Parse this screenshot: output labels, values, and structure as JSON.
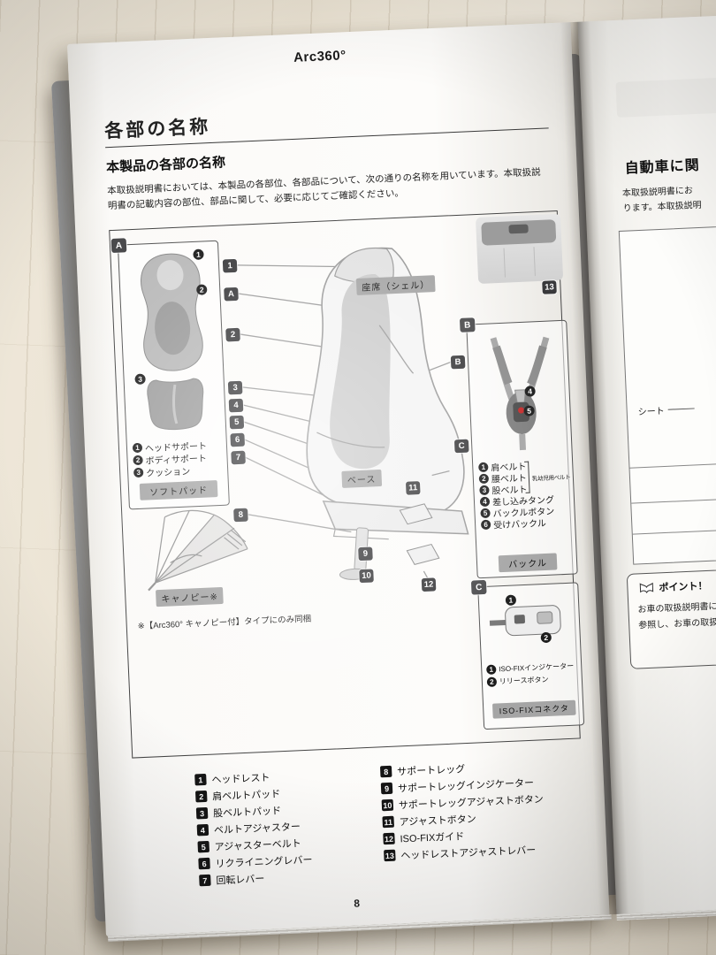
{
  "header": {
    "brand": "Arc360°"
  },
  "page": {
    "section_title": "各部の名称",
    "subsection_title": "本製品の各部の名称",
    "intro_line1": "本取扱説明書においては、本製品の各部位、各部品について、次の通りの名称を用いています。本取扱説",
    "intro_line2": "明書の記載内容の部位、部品に関して、必要に応じてご確認ください。",
    "page_number": "8"
  },
  "diagram": {
    "callouts": [
      "1",
      "A",
      "2",
      "3",
      "4",
      "5",
      "6",
      "7",
      "8",
      "9",
      "10",
      "11",
      "12",
      "B",
      "C",
      "13"
    ],
    "softpad": {
      "marker": "A",
      "items": [
        {
          "num": "1",
          "label": "ヘッドサポート"
        },
        {
          "num": "2",
          "label": "ボディサポート"
        },
        {
          "num": "3",
          "label": "クッション"
        }
      ],
      "art_markers": [
        "1",
        "2",
        "3"
      ],
      "caption": "ソフトパッド"
    },
    "canopy": {
      "caption": "キャノピー※",
      "note": "※【Arc360° キャノピー付】タイプにのみ同梱"
    },
    "seat": {
      "shell_label": "座席（シェル）",
      "base_label": "ベース"
    },
    "buckle": {
      "marker": "B",
      "items": [
        {
          "num": "1",
          "label": "肩ベルト"
        },
        {
          "num": "2",
          "label": "腰ベルト"
        },
        {
          "num": "3",
          "label": "股ベルト"
        },
        {
          "num": "4",
          "label": "差し込みタング"
        },
        {
          "num": "5",
          "label": "バックルボタン"
        },
        {
          "num": "6",
          "label": "受けバックル"
        }
      ],
      "art_markers": [
        "4",
        "5"
      ],
      "bracket_note": "乳幼児用ベルト",
      "caption": "バックル"
    },
    "isofix": {
      "marker": "C",
      "items": [
        {
          "num": "1",
          "label": "ISO-FIXインジケーター"
        },
        {
          "num": "2",
          "label": "リリースボタン"
        }
      ],
      "art_markers": [
        "1",
        "2"
      ],
      "caption": "ISO-FIXコネクタ"
    }
  },
  "parts": {
    "left": [
      {
        "num": "1",
        "label": "ヘッドレスト"
      },
      {
        "num": "2",
        "label": "肩ベルトパッド"
      },
      {
        "num": "3",
        "label": "股ベルトパッド"
      },
      {
        "num": "4",
        "label": "ベルトアジャスター"
      },
      {
        "num": "5",
        "label": "アジャスターベルト"
      },
      {
        "num": "6",
        "label": "リクライニングレバー"
      },
      {
        "num": "7",
        "label": "回転レバー"
      }
    ],
    "right": [
      {
        "num": "8",
        "label": "サポートレッグ"
      },
      {
        "num": "9",
        "label": "サポートレッグインジケーター"
      },
      {
        "num": "10",
        "label": "サポートレッグアジャストボタン"
      },
      {
        "num": "11",
        "label": "アジャストボタン"
      },
      {
        "num": "12",
        "label": "ISO-FIXガイド"
      },
      {
        "num": "13",
        "label": "ヘッドレストアジャストレバー"
      }
    ]
  },
  "right_page": {
    "heading": "自動車に関",
    "body_line1": "本取扱説明書にお",
    "body_line2": "ります。本取扱説明",
    "seat_label": "シート",
    "point_title": "ポイント！",
    "point_line1": "お車の取扱説明書に",
    "point_line2": "参照し、お車の取扱"
  }
}
